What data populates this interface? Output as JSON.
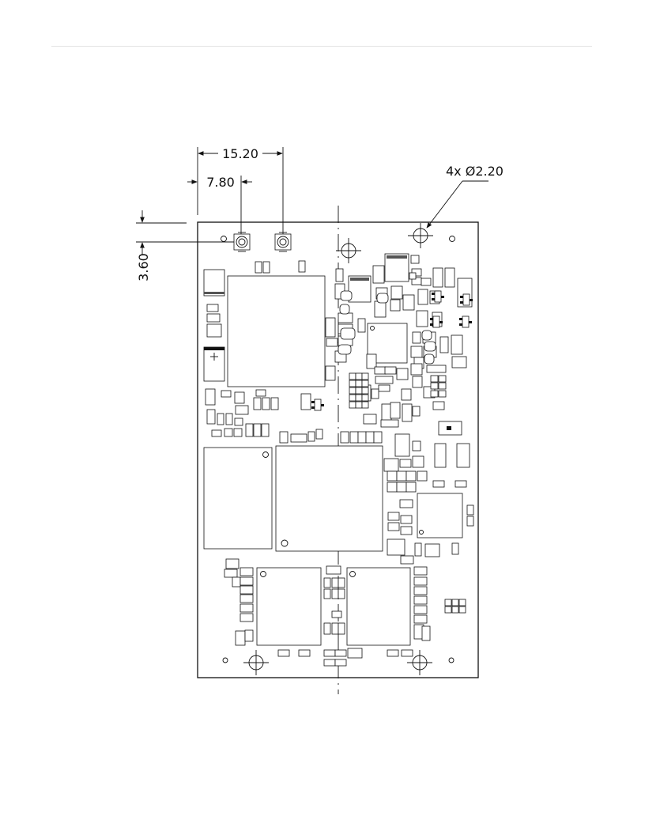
{
  "drawing": {
    "dims": {
      "width_overall": "15.20",
      "width_partial": "7.80",
      "vertical": "3.60",
      "holes": "4x Ø2.20"
    }
  }
}
